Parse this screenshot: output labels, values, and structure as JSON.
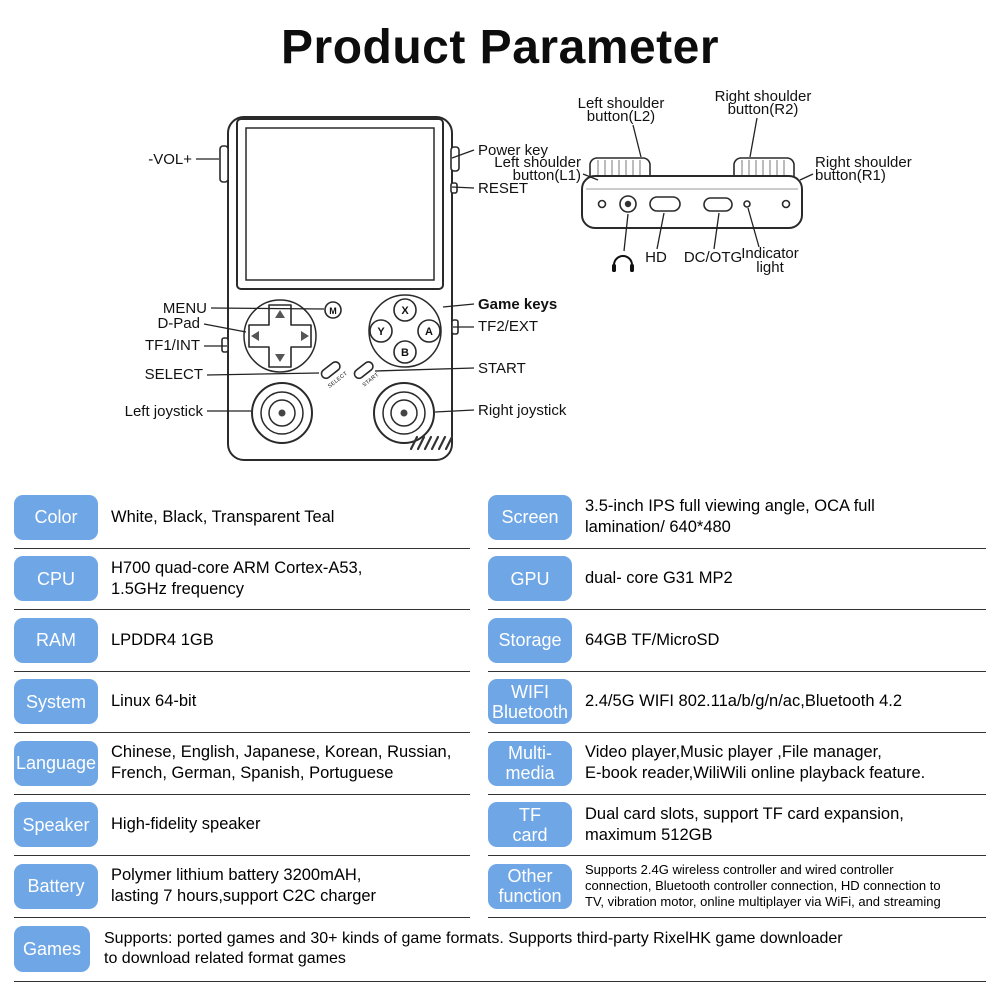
{
  "title": "Product Parameter",
  "accent_blue": "#6FA6E6",
  "line_color": "#333333",
  "diagram": {
    "front": {
      "vol": "-VOL+",
      "power_key": "Power key",
      "reset": "RESET",
      "menu": "MENU",
      "dpad": "D-Pad",
      "tf1": "TF1/INT",
      "select": "SELECT",
      "left_joystick": "Left joystick",
      "game_keys": "Game keys",
      "tf2": "TF2/EXT",
      "start": "START",
      "right_joystick": "Right joystick",
      "btn_m": "M",
      "btn_x": "X",
      "btn_y": "Y",
      "btn_a": "A",
      "btn_b": "B",
      "select_small": "SELECT",
      "start_small": "START"
    },
    "top": {
      "l2_1": "Left shoulder",
      "l2_2": "button(L2)",
      "r2_1": "Right shoulder",
      "r2_2": "button(R2)",
      "l1_1": "Left shoulder",
      "l1_2": "button(L1)",
      "r1_1": "Right shoulder",
      "r1_2": "button(R1)",
      "hd": "HD",
      "dc_otg": "DC/OTG",
      "ind_1": "Indicator",
      "ind_2": "light"
    }
  },
  "specs_left": [
    {
      "label": "Color",
      "value": "White, Black, Transparent Teal"
    },
    {
      "label": "CPU",
      "value": "H700 quad-core ARM Cortex-A53,\n1.5GHz frequency"
    },
    {
      "label": "RAM",
      "value": "LPDDR4  1GB"
    },
    {
      "label": "System",
      "value": "Linux 64-bit"
    },
    {
      "label": "Language",
      "value": "Chinese, English, Japanese, Korean, Russian,\nFrench, German, Spanish, Portuguese"
    },
    {
      "label": "Speaker",
      "value": "High-fidelity speaker"
    },
    {
      "label": "Battery",
      "value": "Polymer lithium battery 3200mAH,\nlasting 7  hours,support C2C charger"
    }
  ],
  "specs_right": [
    {
      "label": "Screen",
      "value": "3.5-inch IPS full viewing angle, OCA full\nlamination/ 640*480"
    },
    {
      "label": "GPU",
      "value": "dual- core G31 MP2"
    },
    {
      "label": "Storage",
      "value": "64GB TF/MicroSD"
    },
    {
      "label": "WIFI\nBluetooth",
      "value": "2.4/5G WIFI 802.11a/b/g/n/ac,Bluetooth 4.2"
    },
    {
      "label": "Multi-\nmedia",
      "value": "Video  player,Music player ,File manager,\nE-book reader,WiliWili online playback feature."
    },
    {
      "label": "TF\ncard",
      "value": "Dual card slots, support TF card expansion,\nmaximum 512GB"
    },
    {
      "label": "Other\nfunction",
      "value": "Supports 2.4G wireless controller and wired controller\nconnection, Bluetooth controller connection, HD connection to\nTV, vibration motor, online multiplayer via WiFi, and streaming"
    }
  ],
  "games": {
    "label": "Games",
    "value": "Supports: ported games and 30+ kinds of game formats. Supports third-party RixelHK game downloader\nto download related format games"
  }
}
